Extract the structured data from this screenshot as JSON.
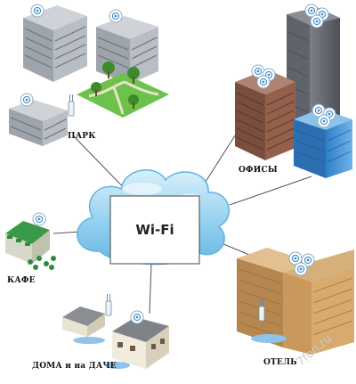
{
  "center": {
    "label": "Wi-Fi"
  },
  "nodes": {
    "park": "ПАРК",
    "offices": "ОФИСЫ",
    "cafe": "КАФЕ",
    "homes": "ДОМА и на ДАЧЕ",
    "hotel": "ОТЕЛЬ"
  },
  "watermark": "7fon.ru",
  "colors": {
    "cloud": "#9ed6f2",
    "cloud_edge": "#5fb4e0",
    "link": "#555555",
    "wifi_badge": "#3a8fd0",
    "brick": "#8b5e4c",
    "glass": "#3f8fd6",
    "dark_tower": "#5a5f66",
    "wood": "#c89a63",
    "grass": "#6cc24a",
    "cafe_roof": "#2e8b3e"
  }
}
